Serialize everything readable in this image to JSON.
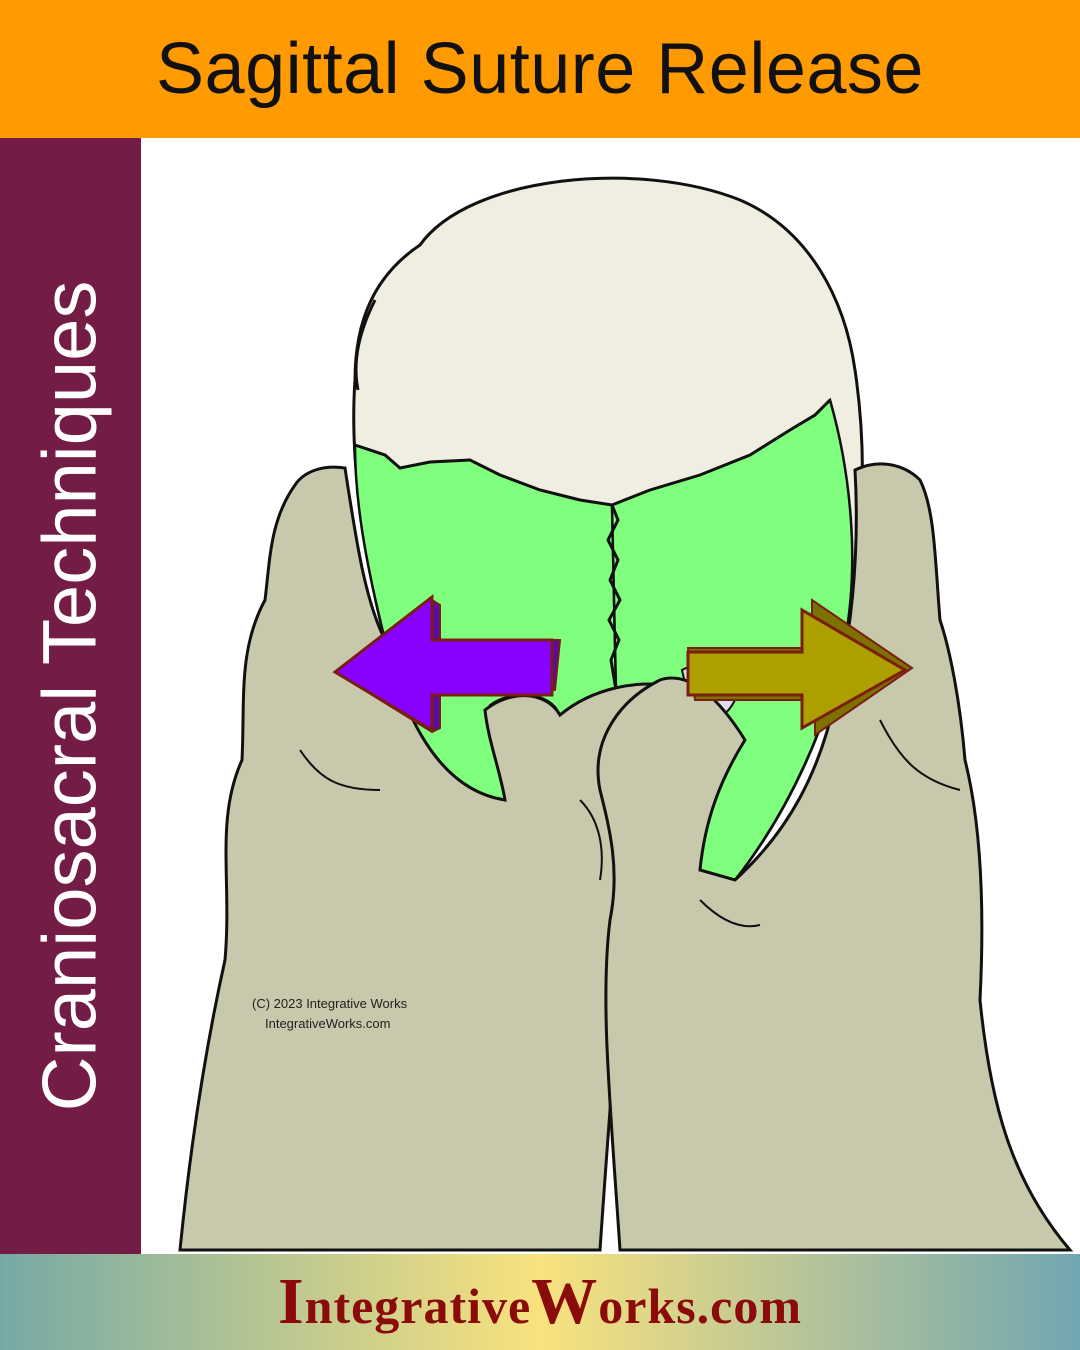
{
  "header": {
    "title": "Sagittal Suture Release",
    "background": "#ff9a00"
  },
  "sidebar": {
    "label": "Craniosacral Techniques",
    "background": "#731c46"
  },
  "illustration": {
    "copyright_line_1": "(C) 2023 Integrative Works",
    "copyright_line_2": "IntegrativeWorks.com",
    "colors": {
      "skull": "#efeee0",
      "parietal_highlight": "#80ff7e",
      "hands": "#c8c8ac",
      "left_arrow": "#8800ff",
      "right_arrow": "#ad9f00"
    },
    "arrows": [
      {
        "name": "left-arrow-icon",
        "direction": "left"
      },
      {
        "name": "right-arrow-icon",
        "direction": "right"
      }
    ]
  },
  "footer": {
    "brand": {
      "cap1": "I",
      "rest1": "ntegrative",
      "cap2": "W",
      "rest2": "orks.com"
    },
    "gradient": [
      "#76a9a6",
      "#f9e27e",
      "#71a6b2"
    ],
    "text_color": "#8b0a0a"
  }
}
